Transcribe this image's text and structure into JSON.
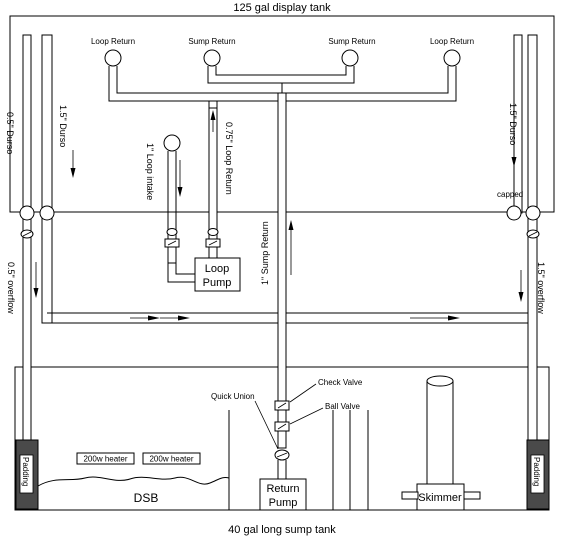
{
  "display_tank": {
    "title": "125 gal display tank"
  },
  "sump_tank": {
    "title": "40 gal long sump tank"
  },
  "labels": {
    "loop_return": "Loop Return",
    "sump_return": "Sump Return",
    "durso_05": "0.5\" Durso",
    "durso_15": "1.5\" Durso",
    "loop_intake": "1\" Loop intake",
    "loop_return_075": "0.75\" Loop Return",
    "sump_return_1": "1\" Sump Return",
    "capped": "capped",
    "overflow_05": "0.5\" overflow",
    "overflow_15": "1.5\" overflow",
    "check_valve": "Check Valve",
    "ball_valve": "Ball Valve",
    "quick_union": "Quick Union",
    "padding": "Padding",
    "heater": "200w heater",
    "dsb": "DSB",
    "skimmer": "Skimmer"
  },
  "loop_pump": {
    "line1": "Loop",
    "line2": "Pump"
  },
  "return_pump": {
    "line1": "Return",
    "line2": "Pump"
  }
}
